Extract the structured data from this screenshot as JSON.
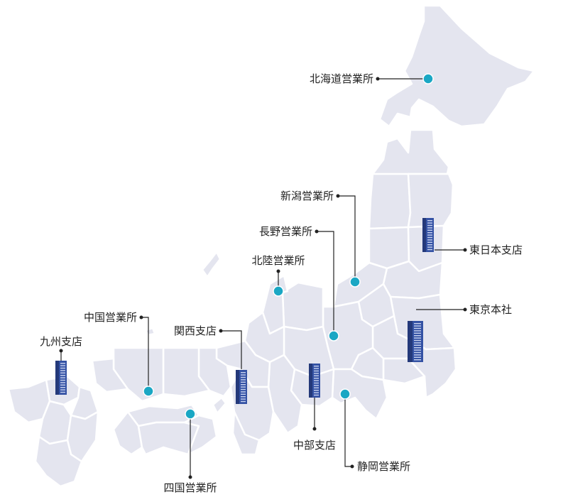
{
  "map": {
    "colors": {
      "land": "#e4e5ef",
      "office_marker": "#1aa7c4",
      "branch_building": "#3452a4",
      "leader_line": "#222222"
    },
    "locations": [
      {
        "id": "hokkaido",
        "name": "北海道営業所",
        "type": "sales-office",
        "icon": "circle-marker-icon"
      },
      {
        "id": "niigata",
        "name": "新潟営業所",
        "type": "sales-office",
        "icon": "circle-marker-icon"
      },
      {
        "id": "nagano",
        "name": "長野営業所",
        "type": "sales-office",
        "icon": "circle-marker-icon"
      },
      {
        "id": "hokuriku",
        "name": "北陸営業所",
        "type": "sales-office",
        "icon": "circle-marker-icon"
      },
      {
        "id": "chugoku",
        "name": "中国営業所",
        "type": "sales-office",
        "icon": "circle-marker-icon"
      },
      {
        "id": "shikoku",
        "name": "四国営業所",
        "type": "sales-office",
        "icon": "circle-marker-icon"
      },
      {
        "id": "shizuoka",
        "name": "静岡営業所",
        "type": "sales-office",
        "icon": "circle-marker-icon"
      },
      {
        "id": "kyushu",
        "name": "九州支店",
        "type": "branch",
        "icon": "building-icon"
      },
      {
        "id": "kansai",
        "name": "関西支店",
        "type": "branch",
        "icon": "building-icon"
      },
      {
        "id": "chubu",
        "name": "中部支店",
        "type": "branch",
        "icon": "building-icon"
      },
      {
        "id": "tohoku",
        "name": "東日本支店",
        "type": "branch",
        "icon": "building-icon"
      },
      {
        "id": "tokyo",
        "name": "東京本社",
        "type": "headquarters",
        "icon": "tower-building-icon"
      }
    ]
  }
}
